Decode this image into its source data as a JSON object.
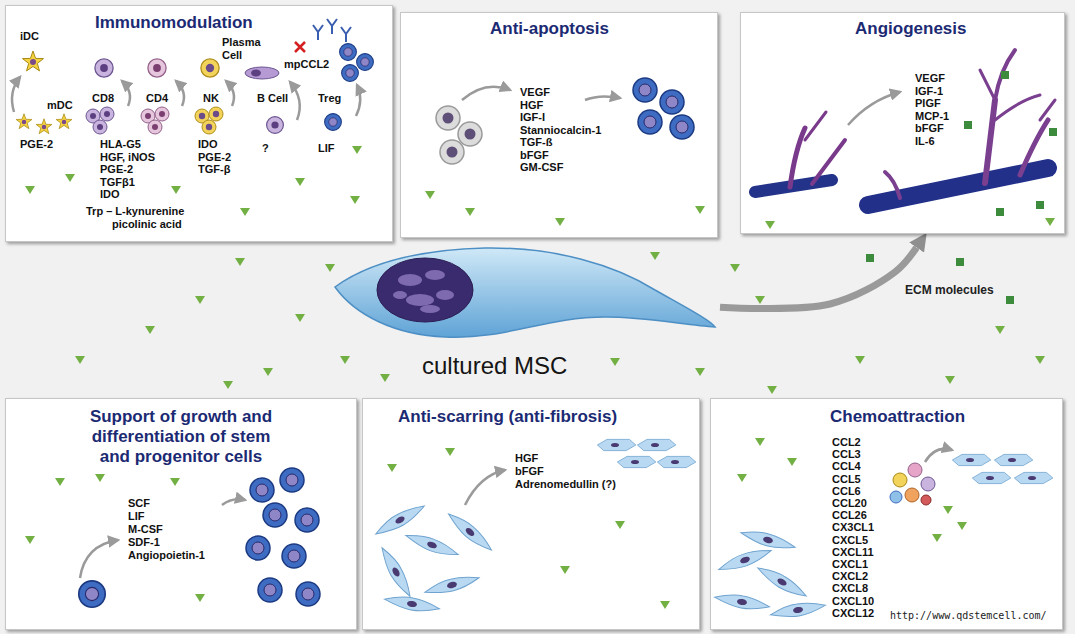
{
  "diagram": {
    "nodes": [
      {
        "text": [
          "Immunomodulation",
          "iDC",
          "mDC",
          "PGE-2",
          "Plasma Cell",
          "mpCCL2",
          "CD8",
          "CD4",
          "NK",
          "B Cell",
          "Treg",
          "HLA-G5",
          "HGF, iNOS",
          "PGE-2",
          "TGFβ1",
          "IDO",
          "Trp – L-kynurenine",
          "picolinic acid",
          "IDO",
          "PGE-2",
          "TGF-β",
          "?",
          "LIF"
        ]
      },
      {
        "text": [
          "Anti-apoptosis",
          "VEGF",
          "HGF",
          "IGF-I",
          "Stanniocalcin-1",
          "TGF-ß",
          "bFGF",
          "GM-CSF"
        ]
      },
      {
        "text": [
          "Angiogenesis",
          "VEGF",
          "IGF-1",
          "PlGF",
          "MCP-1",
          "bFGF",
          "IL-6"
        ]
      },
      {
        "text": [
          "cultured MSC"
        ]
      },
      {
        "text": [
          "Support of growth and differentiation of stem and progenitor cells",
          "SCF",
          "LIF",
          "M-CSF",
          "SDF-1",
          "Angiopoietin-1"
        ]
      },
      {
        "text": [
          "Anti-scarring (anti-fibrosis)",
          "HGF",
          "bFGF",
          "Adrenomedullin (?)"
        ]
      },
      {
        "text": [
          "Chemoattraction",
          "CCL2",
          "CCL3",
          "CCL4",
          "CCL5",
          "CCL6",
          "CCL20",
          "CCL26",
          "CX3CL1",
          "CXCL5",
          "CXCL11",
          "CXCL1",
          "CXCL2",
          "CXCL8",
          "CXCL10",
          "CXCL12"
        ]
      }
    ],
    "edges": [
      {
        "from": 3,
        "to": 2,
        "arrow": "to"
      }
    ],
    "labels": [
      "ECM molecules",
      "http://www.qdstemcell.com/"
    ]
  }
}
